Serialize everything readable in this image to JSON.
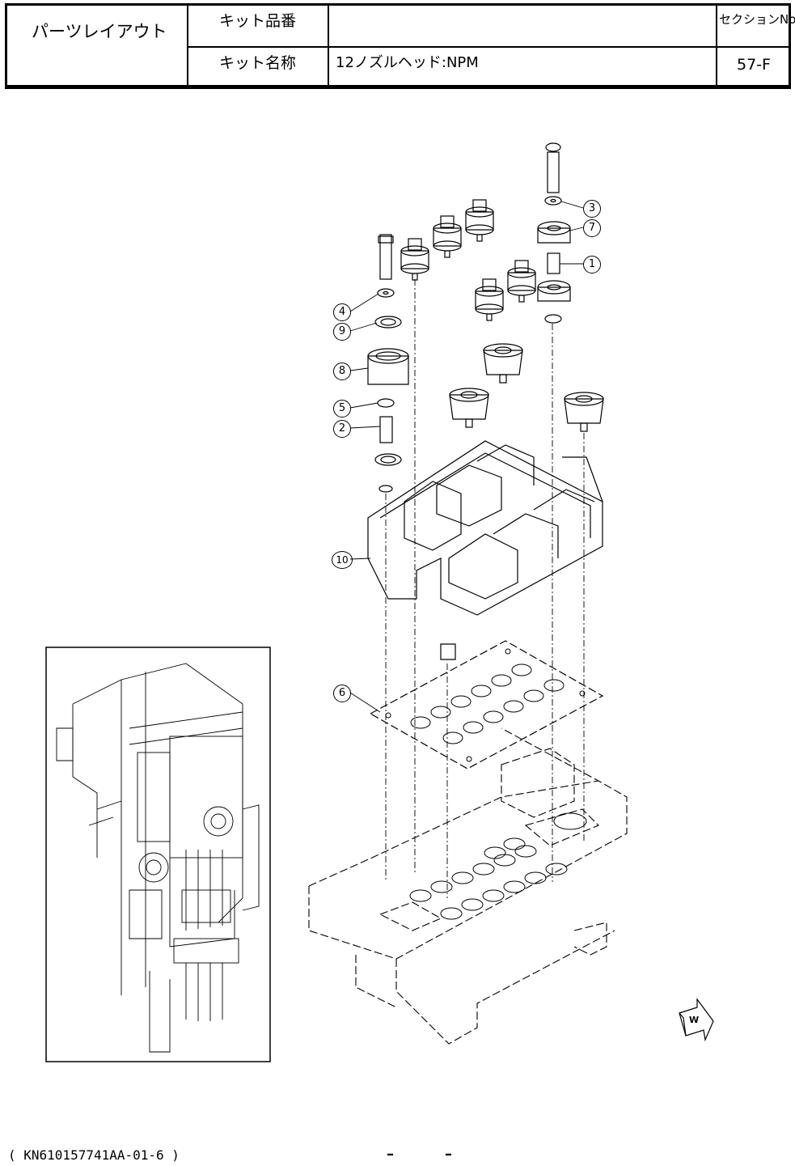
{
  "header": {
    "title": "パーツレイアウト",
    "kit_part_no_label": "キット品番",
    "kit_part_no_value": "",
    "kit_name_label": "キット名称",
    "kit_name_value": "12ノズルヘッド:NPM",
    "section_label": "セクションNo.",
    "section_value": "57-F"
  },
  "callouts": [
    "1",
    "2",
    "3",
    "4",
    "5",
    "6",
    "7",
    "8",
    "9",
    "10"
  ],
  "footer": {
    "doc_code": "( KN610157741AA-01-6 )",
    "page_marks": [
      "–",
      "–"
    ]
  },
  "icons": {
    "direction_arrow": "direction-arrow-icon",
    "direction_letter": "W"
  }
}
